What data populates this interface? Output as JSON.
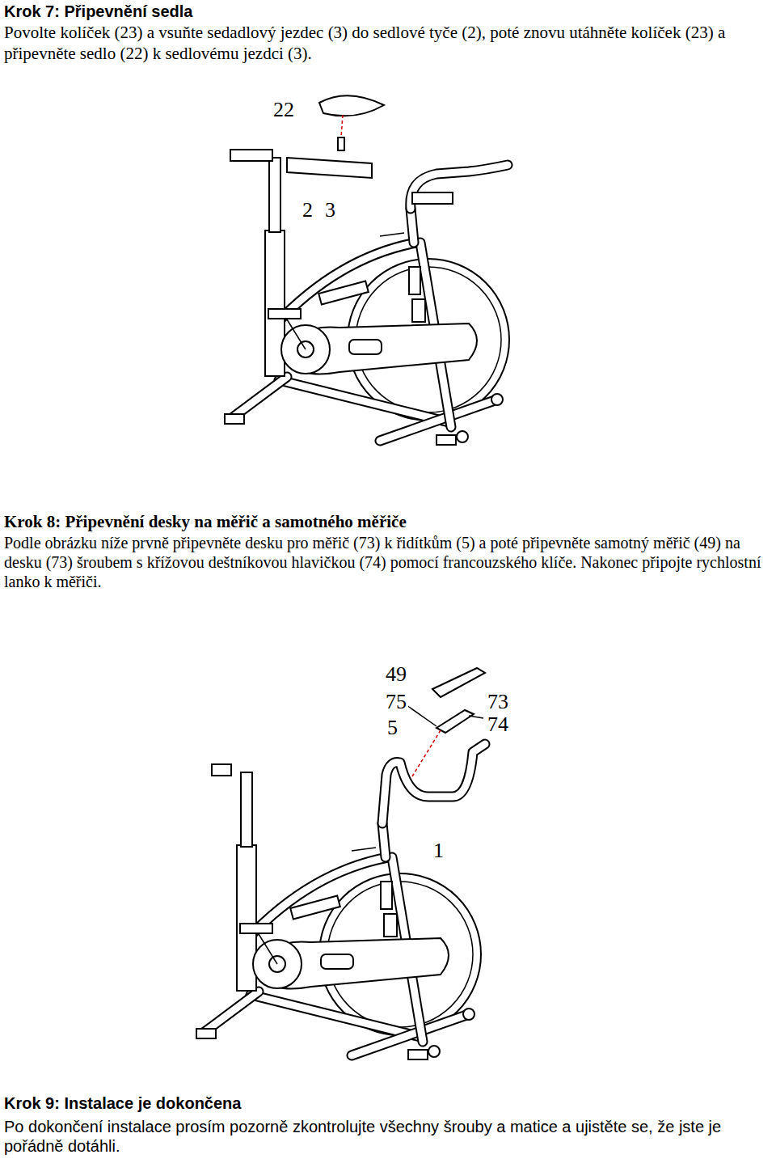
{
  "diagram": {
    "labels": [
      "Krok 7: Připevnění sedla",
      "Povolte kolíček (23) a vsuňte sedadlový jezdec (3) do sedlové tyče (2), poté znovu utáhněte kolíček (23) a připevněte sedlo (22) k sedlovému jezdci (3).",
      "22",
      "2",
      "3",
      "Krok 8: Připevnění desky na měřič a samotného měřiče",
      "Podle obrázku níže prvně připevněte desku pro měřič (73) k řidítkům (5) a poté připevněte samotný měřič (49) na desku (73) šroubem s křížovou deštníkovou hlavičkou (74) pomocí francouzského klíče. Nakonec připojte rychlostní lanko k měřiči.",
      "49",
      "75",
      "73",
      "5",
      "74",
      "1",
      "Krok 9: Instalace je dokončena",
      "Po dokončení instalace prosím pozorně zkontrolujte všechny šrouby a matice a ujistěte se, že jste je pořádně dotáhli."
    ]
  }
}
